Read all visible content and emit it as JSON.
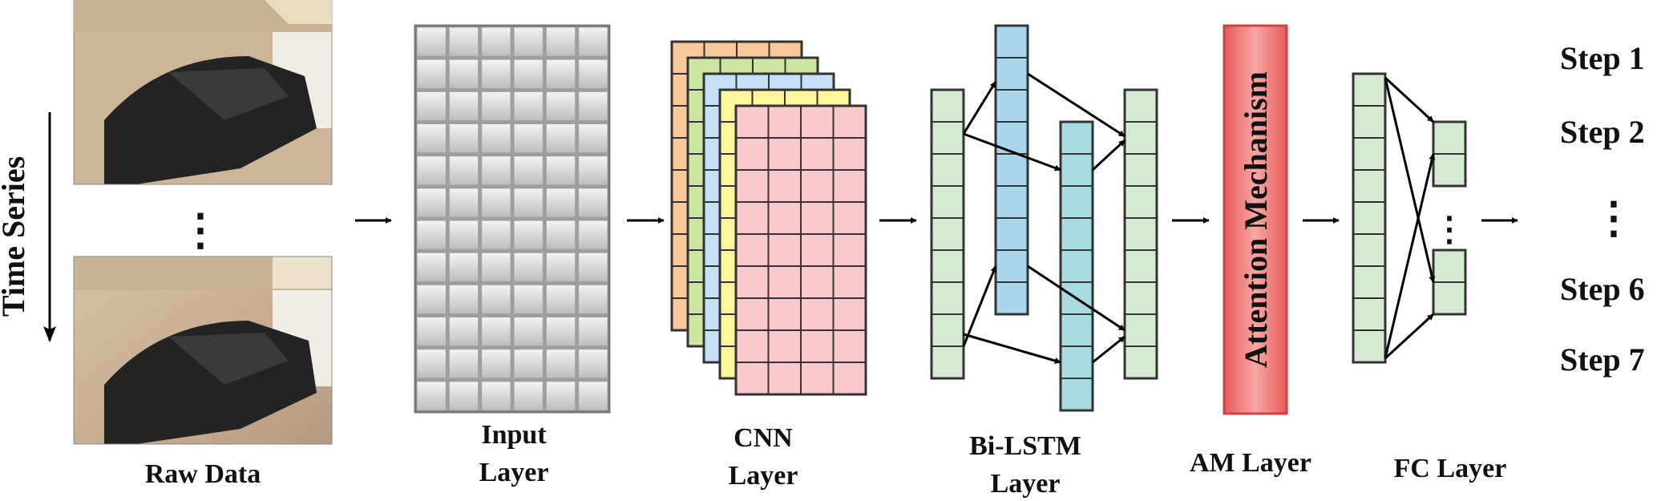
{
  "time_series_label": "Time Series",
  "ellipsis": "⋮",
  "labels": {
    "raw_data": "Raw Data",
    "input_layer": [
      "Input",
      "Layer"
    ],
    "cnn_layer": [
      "CNN",
      "Layer"
    ],
    "bilstm_layer": [
      "Bi-LSTM",
      "Layer"
    ],
    "am_layer": "AM Layer",
    "fc_layer": "FC Layer"
  },
  "attention_text": "Attention Mechanism",
  "steps": [
    "Step 1",
    "Step 2",
    "Step 6",
    "Step 7"
  ],
  "colors": {
    "frame_orange": "#f9c89b",
    "frame_green": "#cce5a0",
    "frame_blue": "#c6e0f7",
    "frame_yellow": "#fff59a",
    "frame_pink": "#fbc9cb",
    "lstm_green": "#d6ead2",
    "lstm_blue": "#a9d6ec",
    "lstm_teal": "#a6dcdf",
    "attention_red": "#ef7c7c",
    "grid_gray": "#cfcfcf"
  },
  "icons": [
    "photo-glove-icon",
    "arrow-right-icon",
    "arrow-down-icon"
  ]
}
